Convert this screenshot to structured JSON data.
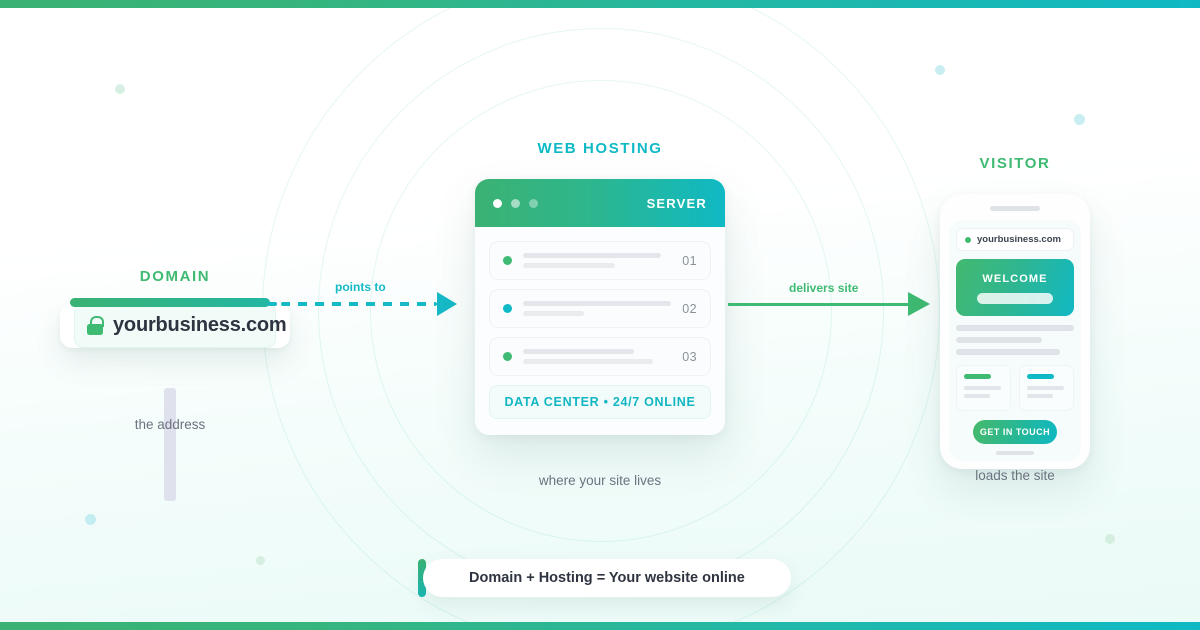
{
  "theme": {
    "green": "#3fba72",
    "teal": "#0fbac6",
    "text_dark": "#2e3440",
    "text_muted": "#6b7280"
  },
  "domain": {
    "kicker": "DOMAIN",
    "lock_icon": "lock-icon",
    "name": "yourbusiness.com",
    "caption": "the address"
  },
  "arrow_points_to": {
    "label": "points to",
    "style": "dotted",
    "color": "#16b9c6"
  },
  "hosting": {
    "kicker": "WEB HOSTING",
    "window_title": "SERVER",
    "traffic_lights": [
      "light-dot-1",
      "light-dot-2",
      "light-dot-3"
    ],
    "rows": [
      {
        "status": "online",
        "number": "01",
        "dot_color": "#3fba72"
      },
      {
        "status": "online",
        "number": "02",
        "dot_color": "#0fbac6"
      },
      {
        "status": "online",
        "number": "03",
        "dot_color": "#3fba72"
      }
    ],
    "badge": "DATA CENTER • 24/7 ONLINE",
    "caption": "where your site lives"
  },
  "arrow_delivers": {
    "label": "delivers site",
    "style": "solid",
    "color": "#3fba72"
  },
  "visitor": {
    "kicker": "VISITOR",
    "url": "yourbusiness.com",
    "hero_title": "WELCOME",
    "cta": "GET IN TOUCH",
    "caption": "loads the site"
  },
  "banner": {
    "text": "Domain + Hosting = Your website online"
  }
}
